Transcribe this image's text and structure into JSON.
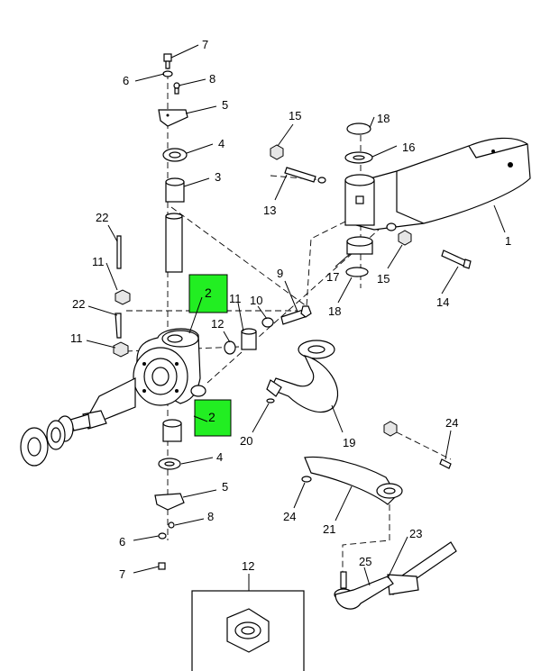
{
  "title": "",
  "callouts": {
    "c7a": "7",
    "c6a": "6",
    "c8a": "8",
    "c5a": "5",
    "c4a": "4",
    "c3": "3",
    "c22a": "22",
    "c11a": "11",
    "c22b": "22",
    "c11b": "11",
    "c2a": "2",
    "c2b": "2",
    "c12a": "12",
    "c11c": "11",
    "c10": "10",
    "c9": "9",
    "c15a": "15",
    "c18a": "18",
    "c16": "16",
    "c13": "13",
    "c1": "1",
    "c17": "17",
    "c15b": "15",
    "c18b": "18",
    "c14": "14",
    "c19": "19",
    "c20": "20",
    "c24a": "24",
    "c24b": "24",
    "c21": "21",
    "c4b": "4",
    "c5b": "5",
    "c8b": "8",
    "c6b": "6",
    "c7b": "7",
    "c23": "23",
    "c25": "25",
    "c12b": "12"
  },
  "colors": {
    "highlight": "#22ee22",
    "line": "#000000",
    "background": "#ffffff"
  }
}
